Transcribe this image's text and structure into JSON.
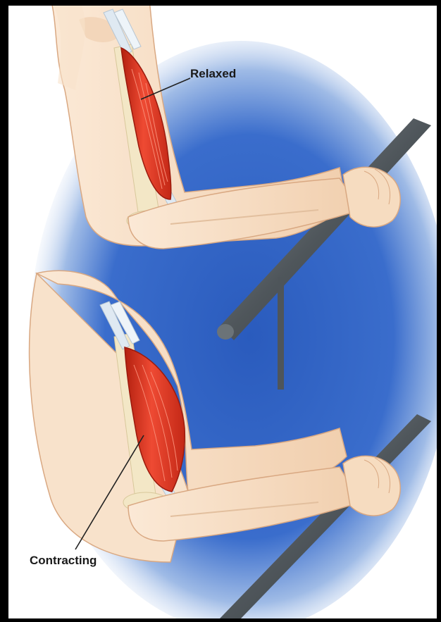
{
  "figure": {
    "labels": {
      "relaxed": "Relaxed",
      "contracting": "Contracting"
    },
    "colors": {
      "background_blue": "#2f63c4",
      "skin": "#f6dcc0",
      "skin_shadow": "#e9c3a0",
      "muscle_red": "#e23a28",
      "muscle_dark": "#a61c12",
      "tendon": "#dfe9f2",
      "bone": "#f3e7c6",
      "bar_gray": "#5f666c"
    },
    "icons": [
      "upper-arm-relaxed",
      "upper-arm-contracting",
      "biceps-muscle",
      "forearm",
      "hand",
      "bar"
    ]
  }
}
